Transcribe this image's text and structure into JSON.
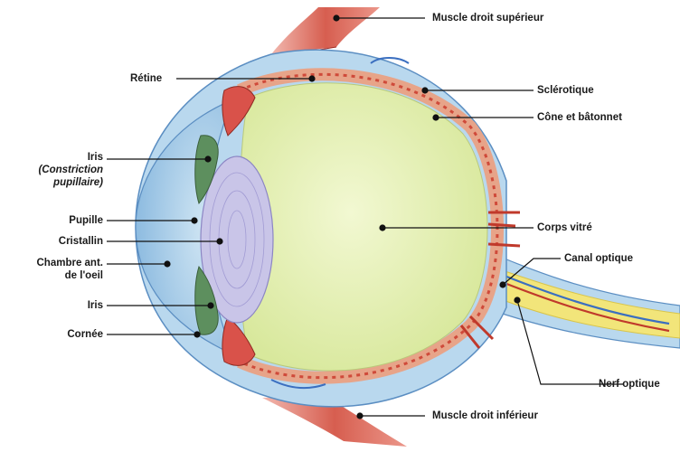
{
  "labels": {
    "muscle_sup": "Muscle droit supérieur",
    "retine": "Rétine",
    "sclerotique": "Sclérotique",
    "cone": "Cône et bâtonnet",
    "iris_top_1": "Iris",
    "iris_top_2": "(Constriction",
    "iris_top_3": "pupillaire)",
    "pupille": "Pupille",
    "cristallin": "Cristallin",
    "chambre_1": "Chambre ant.",
    "chambre_2": "de l'oeil",
    "iris_bottom": "Iris",
    "cornee": "Cornée",
    "corps_vitre": "Corps vitré",
    "canal": "Canal optique",
    "nerf": "Nerf optique",
    "muscle_inf": "Muscle droit inférieur"
  },
  "colors": {
    "vitreous": "#e3efb4",
    "cornea": "#a9cde6",
    "sclera": "#b9d8ee",
    "retina_red": "#cf4a3a",
    "lens": "#c9c5e8",
    "iris": "#5d8f5e",
    "nerve_yellow": "#f2e57a",
    "muscle": "#d85c4c",
    "leader": "#111111"
  }
}
